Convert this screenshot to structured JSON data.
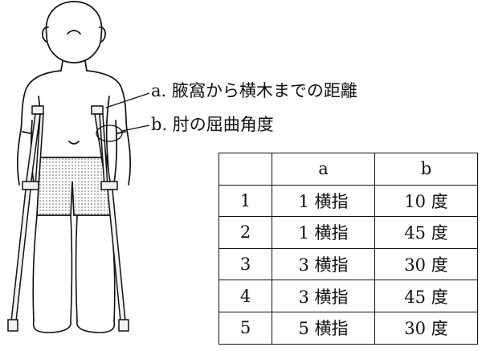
{
  "labels": {
    "a": "a. 腋窩から横木までの距離",
    "b": "b. 肘の屈曲角度"
  },
  "table": {
    "headers": [
      "",
      "a",
      "b"
    ],
    "rows": [
      [
        "1",
        "1 横指",
        "10 度"
      ],
      [
        "2",
        "1 横指",
        "45 度"
      ],
      [
        "3",
        "3 横指",
        "30 度"
      ],
      [
        "4",
        "3 横指",
        "45 度"
      ],
      [
        "5",
        "5 横指",
        "30 度"
      ]
    ]
  }
}
